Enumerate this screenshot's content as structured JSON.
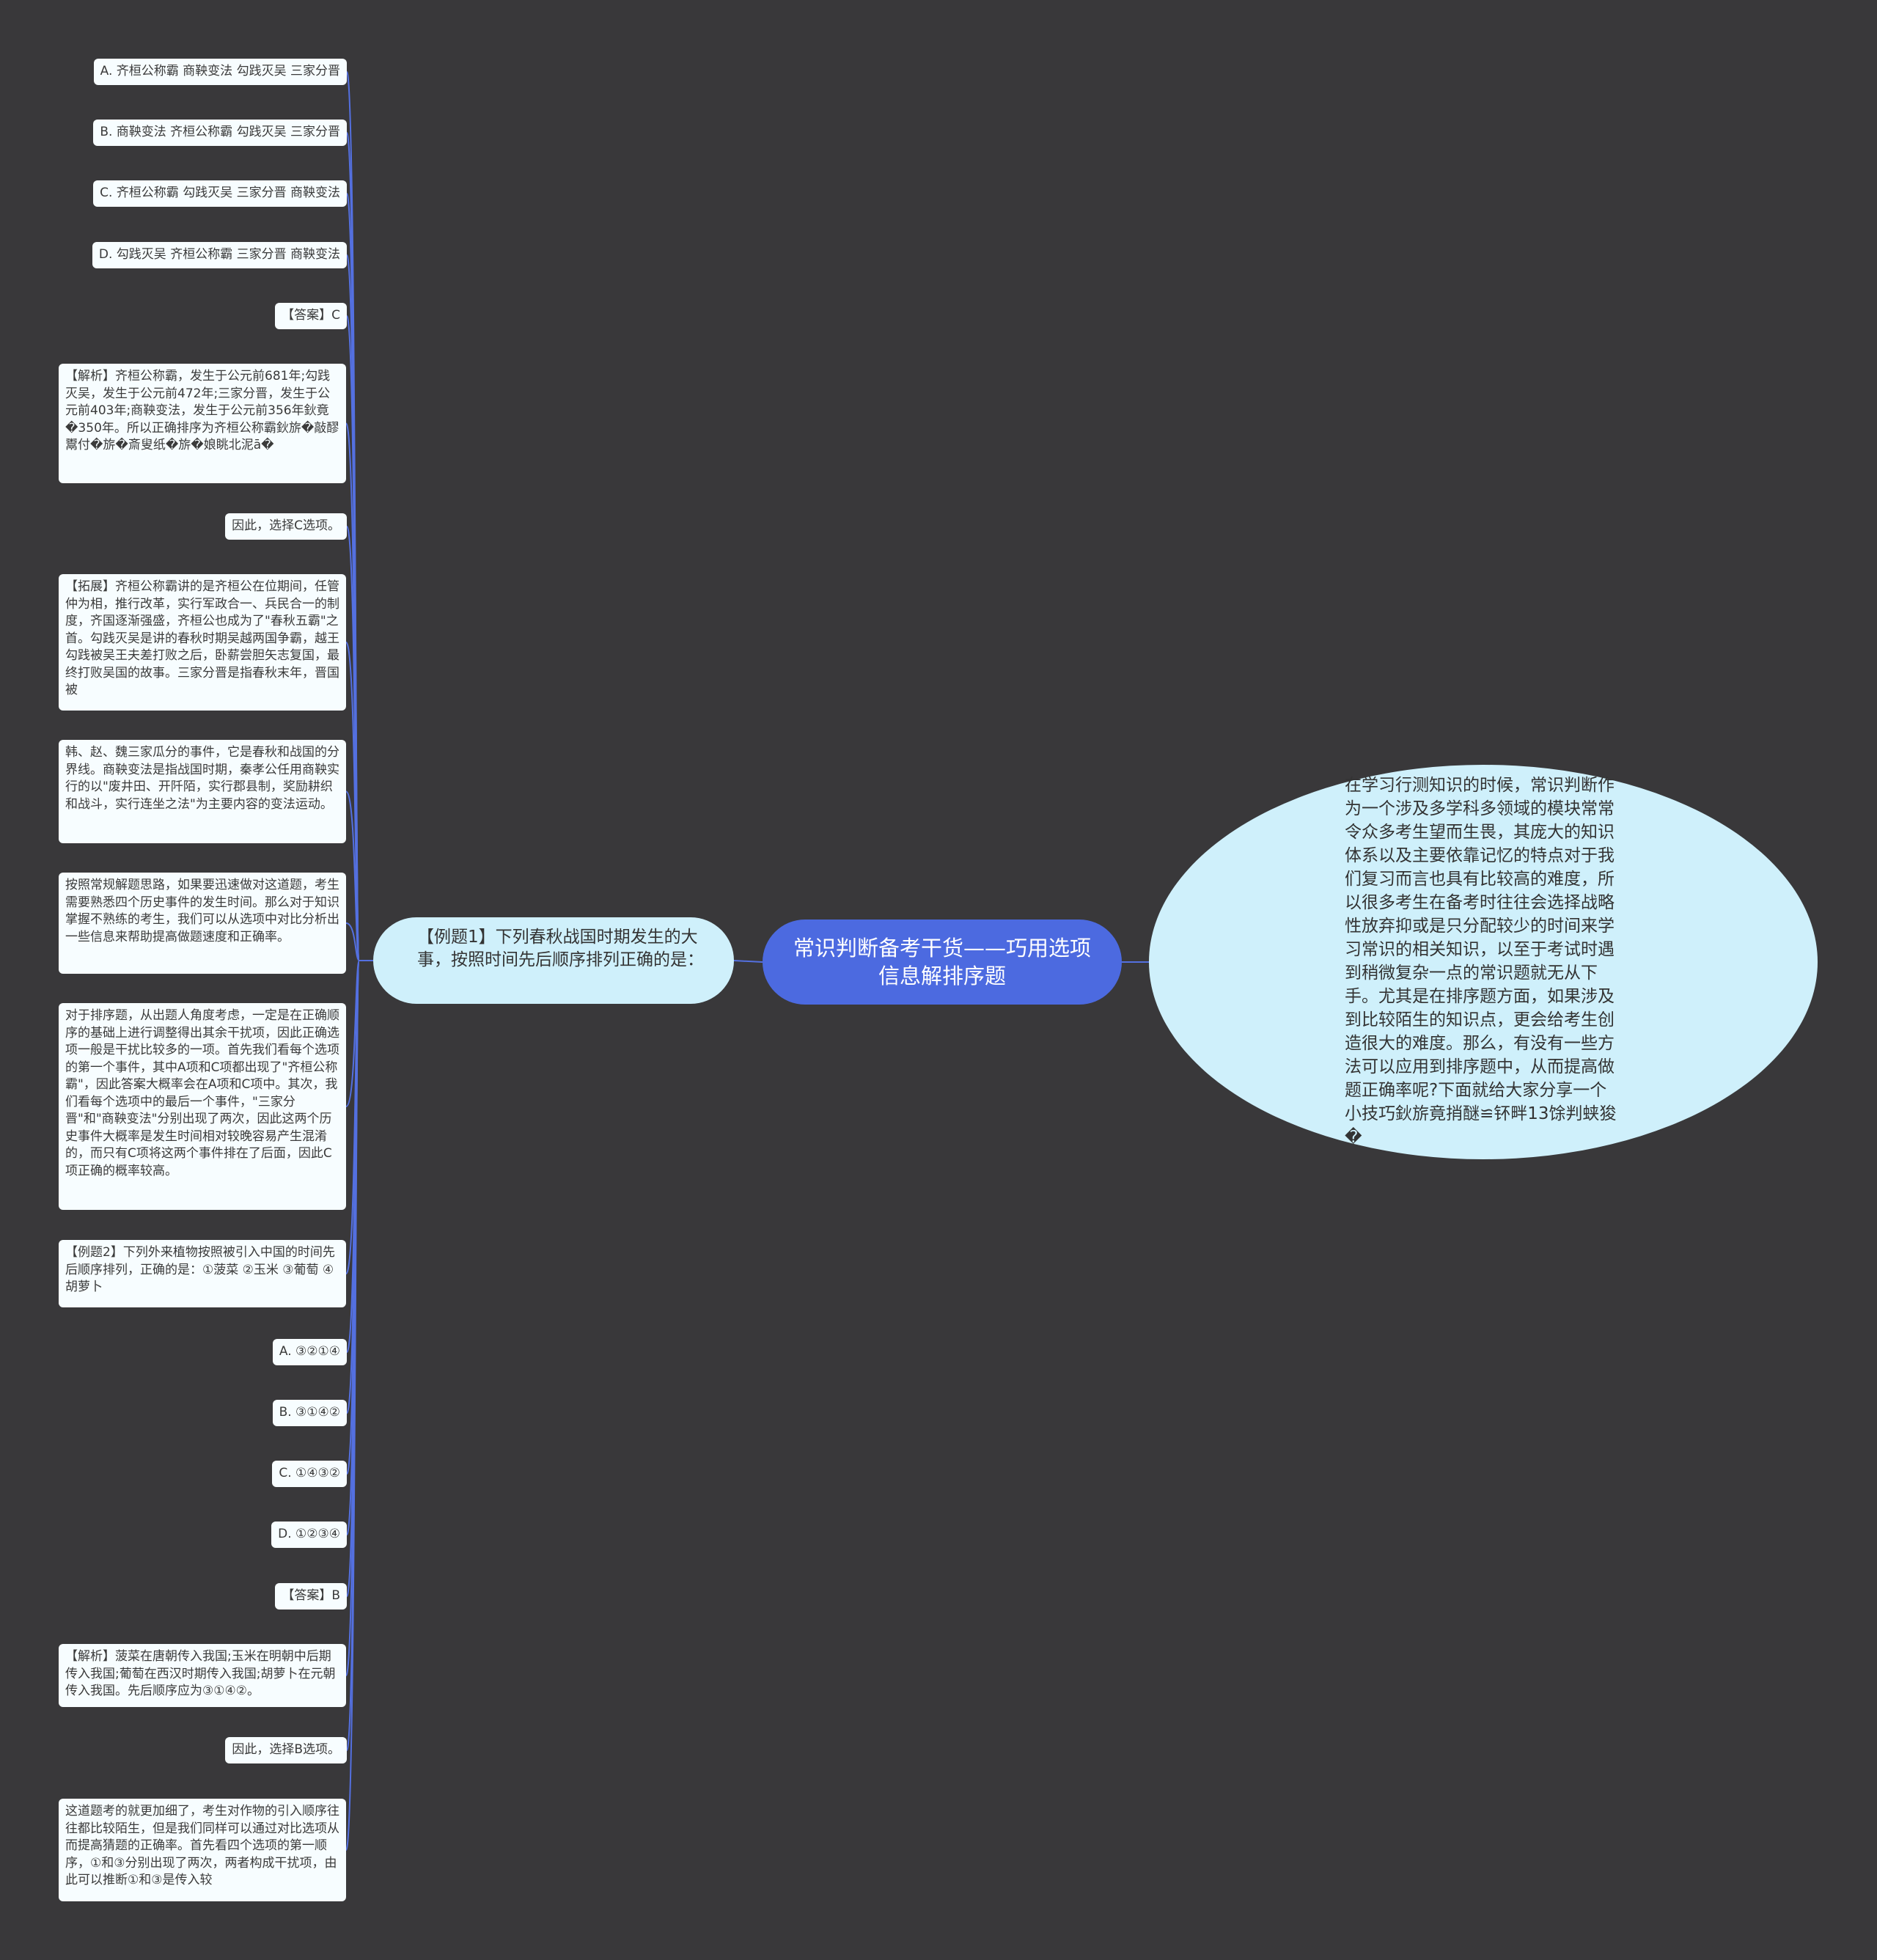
{
  "central": "常识判断备考干货——巧用选项信息解排序题",
  "right_node": "在学习行测知识的时候，常识判断作为一个涉及多学科多领域的模块常常令众多考生望而生畏，其庞大的知识体系以及主要依靠记忆的特点对于我们复习而言也具有比较高的难度，所以很多考生在备考时往往会选择战略性放弃抑或是只分配较少的时间来学习常识的相关知识，以至于考试时遇到稍微复杂一点的常识题就无从下手。尤其是在排序题方面，如果涉及到比较陌生的知识点，更会给考生创造很大的难度。那么，有没有一些方法可以应用到排序题中，从而提高做题正确率呢?下面就给大家分享一个小技巧鈥旂竟捎醚≌钚畔13馀判蛱狻�",
  "mid_node": "【例题1】下列春秋战国时期发生的大事，按照时间先后顺序排列正确的是：",
  "leaves": [
    "A. 齐桓公称霸 商鞅变法 勾践灭吴 三家分晋",
    "B. 商鞅变法 齐桓公称霸 勾践灭吴 三家分晋",
    "C. 齐桓公称霸 勾践灭吴 三家分晋 商鞅变法",
    "D. 勾践灭吴 齐桓公称霸 三家分晋 商鞅变法",
    "【答案】C",
    "【解析】齐桓公称霸，发生于公元前681年;勾践灭吴，发生于公元前472年;三家分晋，发生于公元前403年;商鞅变法，发生于公元前356年鈥竟�350年。所以正确排序为齐桓公称霸鈥旂�敲醪鬻付�旂�斎叟纸�旂�娘眺北泥ā�",
    "因此，选择C选项。",
    "【拓展】齐桓公称霸讲的是齐桓公在位期间，任管仲为相，推行改革，实行军政合一、兵民合一的制度，齐国逐渐强盛，齐桓公也成为了\"春秋五霸\"之首。勾践灭吴是讲的春秋时期吴越两国争霸，越王勾践被吴王夫差打败之后，卧薪尝胆矢志复国，最终打败吴国的故事。三家分晋是指春秋末年，晋国被",
    "韩、赵、魏三家瓜分的事件，它是春秋和战国的分界线。商鞅变法是指战国时期，秦孝公任用商鞅实行的以\"废井田、开阡陌，实行郡县制，奖励耕织和战斗，实行连坐之法\"为主要内容的变法运动。",
    "按照常规解题思路，如果要迅速做对这道题，考生需要熟悉四个历史事件的发生时间。那么对于知识掌握不熟练的考生，我们可以从选项中对比分析出一些信息来帮助提高做题速度和正确率。",
    "对于排序题，从出题人角度考虑，一定是在正确顺序的基础上进行调整得出其余干扰项，因此正确选项一般是干扰比较多的一项。首先我们看每个选项的第一个事件，其中A项和C项都出现了\"齐桓公称霸\"，因此答案大概率会在A项和C项中。其次，我们看每个选项中的最后一个事件，\"三家分晋\"和\"商鞅变法\"分别出现了两次，因此这两个历史事件大概率是发生时间相对较晚容易产生混淆的，而只有C项将这两个事件排在了后面，因此C项正确的概率较高。",
    "【例题2】下列外来植物按照被引入中国的时间先后顺序排列，正确的是：①菠菜 ②玉米 ③葡萄 ④胡萝卜",
    "A. ③②①④",
    "B. ③①④②",
    "C. ①④③②",
    "D. ①②③④",
    "【答案】B",
    "【解析】菠菜在唐朝传入我国;玉米在明朝中后期传入我国;葡萄在西汉时期传入我国;胡萝卜在元朝传入我国。先后顺序应为③①④②。",
    "因此，选择B选项。",
    "这道题考的就更加细了，考生对作物的引入顺序往往都比较陌生，但是我们同样可以通过对比选项从而提高猜题的正确率。首先看四个选项的第一顺序，①和③分别出现了两次，两者构成干扰项，由此可以推断①和③是传入较"
  ],
  "colors": {
    "background": "#39383a",
    "central_fill": "#4c6ae0",
    "node_fill": "#cff0fb",
    "leaf_fill": "#f7fdff",
    "connector": "#5470e0"
  }
}
